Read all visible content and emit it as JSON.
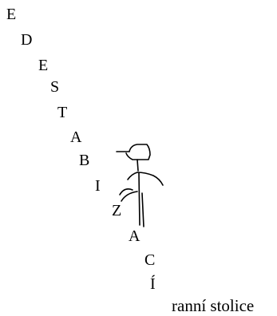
{
  "diagonal_text": {
    "letters": [
      "E",
      "D",
      "E",
      "S",
      "T",
      "A",
      "B",
      "I",
      "Z",
      "A",
      "C",
      "Í"
    ]
  },
  "caption": "ranní stolice",
  "sketch": {
    "description_icon": "stick-figure-sketch-icon",
    "stroke_color": "#000000"
  }
}
